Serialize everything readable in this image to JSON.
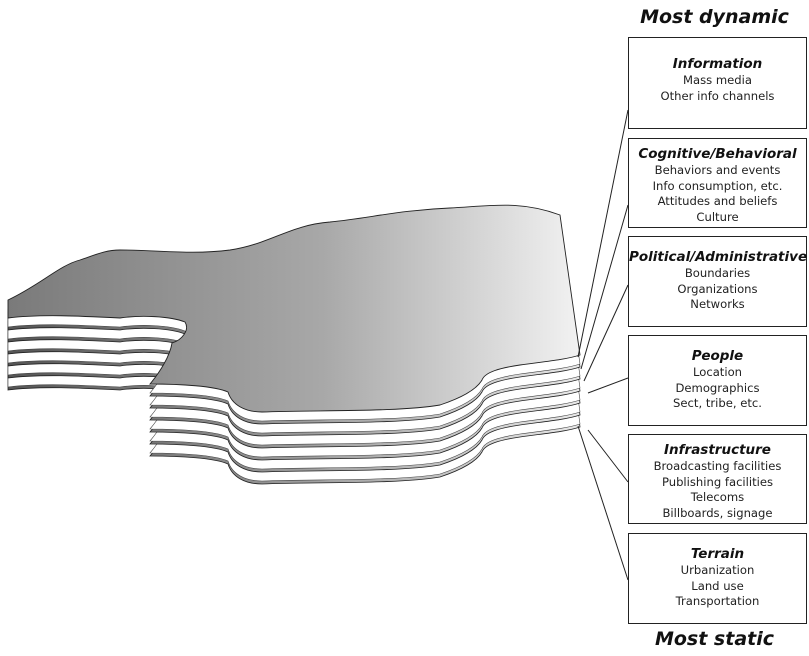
{
  "top_label": "Most dynamic",
  "bottom_label": "Most static",
  "layers": [
    {
      "title": "Information",
      "items": [
        "Mass media",
        "Other info channels"
      ]
    },
    {
      "title": "Cognitive/Behavioral",
      "items": [
        "Behaviors and events",
        "Info consumption, etc.",
        "Attitudes and beliefs",
        "Culture"
      ]
    },
    {
      "title": "Political/Administrative",
      "items": [
        "Boundaries",
        "Organizations",
        "Networks"
      ]
    },
    {
      "title": "People",
      "items": [
        "Location",
        "Demographics",
        "Sect, tribe, etc."
      ]
    },
    {
      "title": "Infrastructure",
      "items": [
        "Broadcasting facilities",
        "Publishing facilities",
        "Telecoms",
        "Billboards, signage"
      ]
    },
    {
      "title": "Terrain",
      "items": [
        "Urbanization",
        "Land use",
        "Transportation"
      ]
    }
  ]
}
